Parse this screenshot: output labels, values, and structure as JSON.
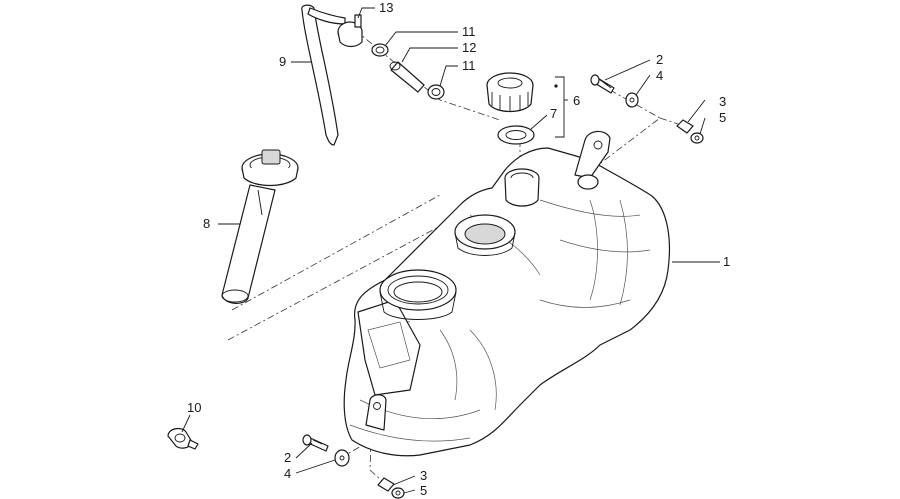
{
  "diagram": {
    "callouts": {
      "c1": "1",
      "c2a": "2",
      "c2b": "2",
      "c3a": "3",
      "c3b": "3",
      "c4a": "4",
      "c4b": "4",
      "c5a": "5",
      "c5b": "5",
      "c6": "6",
      "c7": "7",
      "c8": "8",
      "c9": "9",
      "c10": "10",
      "c11a": "11",
      "c11b": "11",
      "c12": "12",
      "c13": "13"
    }
  }
}
